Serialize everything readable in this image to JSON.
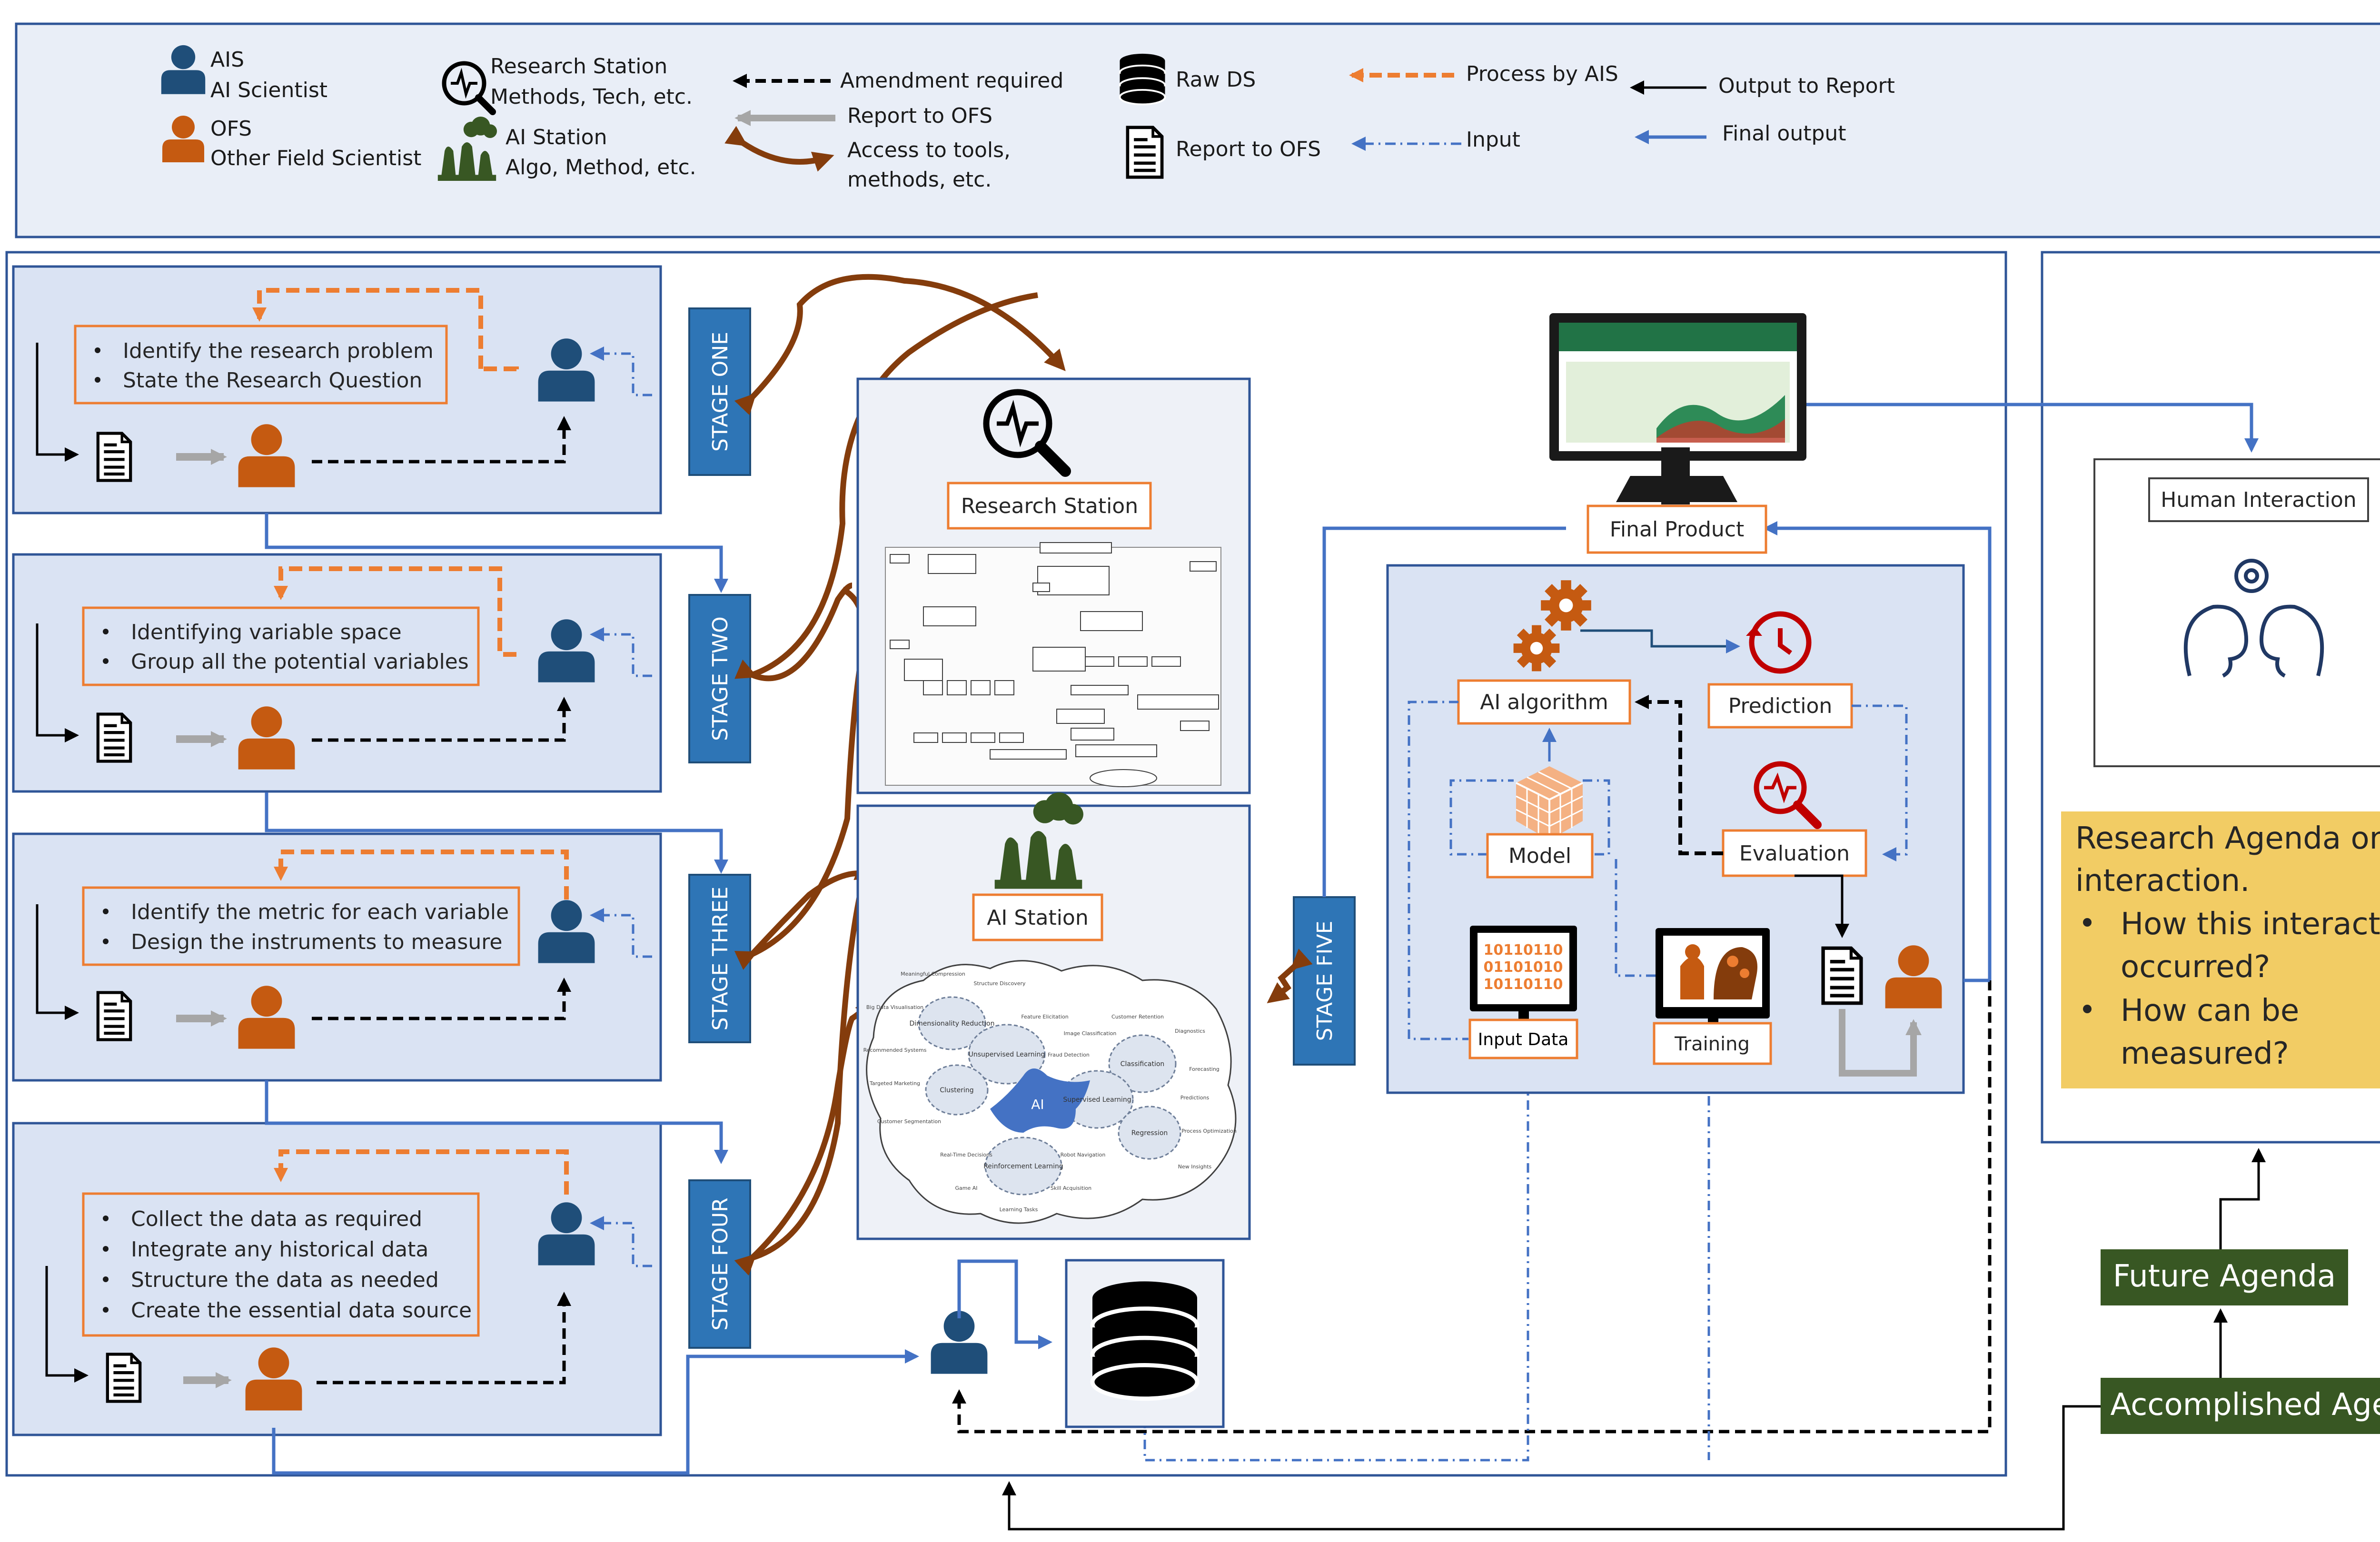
{
  "legend": {
    "ais_title": "AIS",
    "ais_sub": "AI Scientist",
    "ofs_title": "OFS",
    "ofs_sub": "Other Field Scientist",
    "research_station_1": "Research Station",
    "research_station_2": "Methods, Tech, etc.",
    "ai_station_1": "AI Station",
    "ai_station_2": "Algo, Method, etc.",
    "amendment": "Amendment required",
    "report_ofs": "Report to OFS",
    "access_1": "Access to tools,",
    "access_2": "methods, etc.",
    "raw_ds": "Raw DS",
    "report_to_ofs_doc": "Report to OFS",
    "process_ais": "Process by AIS",
    "input": "Input",
    "output_report": "Output to Report",
    "final_output": "Final output"
  },
  "stages": [
    {
      "label": "STAGE ONE",
      "items": [
        "Identify the research problem",
        "State the Research Question"
      ]
    },
    {
      "label": "STAGE TWO",
      "items": [
        "Identifying variable space",
        "Group all the potential variables"
      ]
    },
    {
      "label": "STAGE THREE",
      "items": [
        "Identify the metric for each variable",
        "Design the instruments to measure"
      ]
    },
    {
      "label": "STAGE FOUR",
      "items": [
        "Collect the data as required",
        "Integrate any historical data",
        "Structure the data as needed",
        "Create the essential data source"
      ]
    },
    {
      "label": "STAGE FIVE",
      "items": []
    }
  ],
  "research_station": {
    "label": "Research Station"
  },
  "ai_station": {
    "label": "AI Station",
    "center": "AI",
    "bubbles": [
      "Dimensionality Reduction",
      "Unsupervised Learning",
      "Clustering",
      "Classification",
      "Supervised Learning",
      "Regression",
      "Reinforcement Learning"
    ],
    "terms": [
      "Meaningful Compression",
      "Structure Discovery",
      "Feature Elicitation",
      "Big Data Visualisation",
      "Image Classification",
      "Customer Retention",
      "Diagnostics",
      "Recommended Systems",
      "Fraud Detection",
      "Forecasting",
      "Targeted Marketing",
      "Predictions",
      "Customer Segmentation",
      "Process Optimization",
      "Real-Time Decisions",
      "Robot Navigation",
      "New Insights",
      "Game AI",
      "Skill Acquisition",
      "Learning Tasks"
    ]
  },
  "stage_five": {
    "final_product": "Final Product",
    "ai_algorithm": "AI algorithm",
    "prediction": "Prediction",
    "model": "Model",
    "evaluation": "Evaluation",
    "input_data": "Input Data",
    "training": "Training",
    "binary_1": "10110110",
    "binary_2": "01101010",
    "binary_3": "10110110"
  },
  "right_panel": {
    "human_interaction": "Human Interaction",
    "agenda_title_1": "Research Agenda on this",
    "agenda_title_2": "interaction.",
    "bullet_1a": "How this interaction",
    "bullet_1b": "occurred?",
    "bullet_2a": "How can be",
    "bullet_2b": "measured?",
    "future_agenda": "Future Agenda",
    "accomplished_agenda": "Accomplished Agenda"
  },
  "colors": {
    "blue_dark": "#1f4e79",
    "blue_line": "#4472c4",
    "orange": "#ed7d31",
    "person_orange": "#c55a11",
    "brown": "#843c0c",
    "panel_fill": "#dae3f3",
    "legend_fill": "#e9eef7",
    "green": "#385723",
    "yellow": "#f2cc64",
    "red": "#c00000"
  }
}
